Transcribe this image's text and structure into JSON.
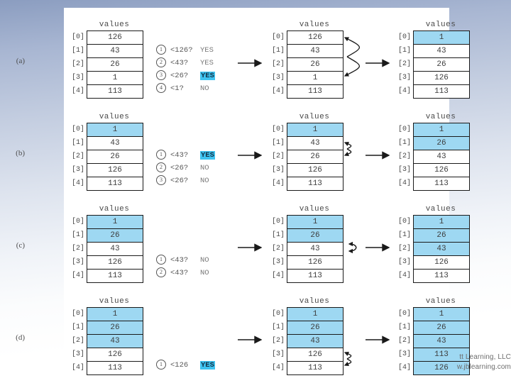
{
  "slide": {
    "title_text": "values",
    "watermark_line1": "tt Learning, LLC",
    "watermark_line2": "w.jblearning.com",
    "highlight_color": "#9ed8f2",
    "yes_badge_color": "#3fc3f0",
    "panel_bg": "#ffffff"
  },
  "indices": [
    "[0]",
    "[1]",
    "[2]",
    "[3]",
    "[4]"
  ],
  "rows": [
    {
      "label": "(a)",
      "start": {
        "title": "values",
        "values": [
          "126",
          "43",
          "26",
          "1",
          "113"
        ],
        "highlight": [
          false,
          false,
          false,
          false,
          false
        ]
      },
      "comparisons": [
        {
          "n": "1",
          "question": "<126?",
          "answer": "YES",
          "yes": false
        },
        {
          "n": "2",
          "question": "<43?",
          "answer": "YES",
          "yes": false
        },
        {
          "n": "3",
          "question": "<26?",
          "answer": "YES",
          "yes": true
        },
        {
          "n": "4",
          "question": "<1?",
          "answer": "NO",
          "yes": false
        }
      ],
      "middle": {
        "title": "values",
        "values": [
          "126",
          "43",
          "26",
          "1",
          "113"
        ],
        "highlight": [
          false,
          false,
          false,
          false,
          false
        ],
        "swap": {
          "from": 0,
          "to": 3
        }
      },
      "result": {
        "title": "values",
        "values": [
          "1",
          "43",
          "26",
          "126",
          "113"
        ],
        "highlight": [
          true,
          false,
          false,
          false,
          false
        ]
      }
    },
    {
      "label": "(b)",
      "start": {
        "title": "values",
        "values": [
          "1",
          "43",
          "26",
          "126",
          "113"
        ],
        "highlight": [
          true,
          false,
          false,
          false,
          false
        ]
      },
      "comparisons": [
        {
          "n": "1",
          "question": "<43?",
          "answer": "YES",
          "yes": true
        },
        {
          "n": "2",
          "question": "<26?",
          "answer": "NO",
          "yes": false
        },
        {
          "n": "3",
          "question": "<26?",
          "answer": "NO",
          "yes": false
        }
      ],
      "middle": {
        "title": "values",
        "values": [
          "1",
          "43",
          "26",
          "126",
          "113"
        ],
        "highlight": [
          true,
          false,
          false,
          false,
          false
        ],
        "swap": {
          "from": 1,
          "to": 2
        }
      },
      "result": {
        "title": "values",
        "values": [
          "1",
          "26",
          "43",
          "126",
          "113"
        ],
        "highlight": [
          true,
          true,
          false,
          false,
          false
        ]
      }
    },
    {
      "label": "(c)",
      "start": {
        "title": "values",
        "values": [
          "1",
          "26",
          "43",
          "126",
          "113"
        ],
        "highlight": [
          true,
          true,
          false,
          false,
          false
        ]
      },
      "comparisons": [
        {
          "n": "1",
          "question": "<43?",
          "answer": "NO",
          "yes": false
        },
        {
          "n": "2",
          "question": "<43?",
          "answer": "NO",
          "yes": false
        }
      ],
      "middle": {
        "title": "values",
        "values": [
          "1",
          "26",
          "43",
          "126",
          "113"
        ],
        "highlight": [
          true,
          true,
          false,
          false,
          false
        ],
        "swap": {
          "from": 2,
          "to": 2
        }
      },
      "result": {
        "title": "values",
        "values": [
          "1",
          "26",
          "43",
          "126",
          "113"
        ],
        "highlight": [
          true,
          true,
          true,
          false,
          false
        ]
      }
    },
    {
      "label": "(d)",
      "start": {
        "title": "values",
        "values": [
          "1",
          "26",
          "43",
          "126",
          "113"
        ],
        "highlight": [
          true,
          true,
          true,
          false,
          false
        ]
      },
      "comparisons": [
        {
          "n": "1",
          "question": "<126",
          "answer": "YES",
          "yes": true
        }
      ],
      "middle": {
        "title": "values",
        "values": [
          "1",
          "26",
          "43",
          "126",
          "113"
        ],
        "highlight": [
          true,
          true,
          true,
          false,
          false
        ],
        "swap": {
          "from": 3,
          "to": 4
        }
      },
      "result": {
        "title": "values",
        "values": [
          "1",
          "26",
          "43",
          "113",
          "126"
        ],
        "highlight": [
          true,
          true,
          true,
          true,
          true
        ]
      }
    }
  ]
}
